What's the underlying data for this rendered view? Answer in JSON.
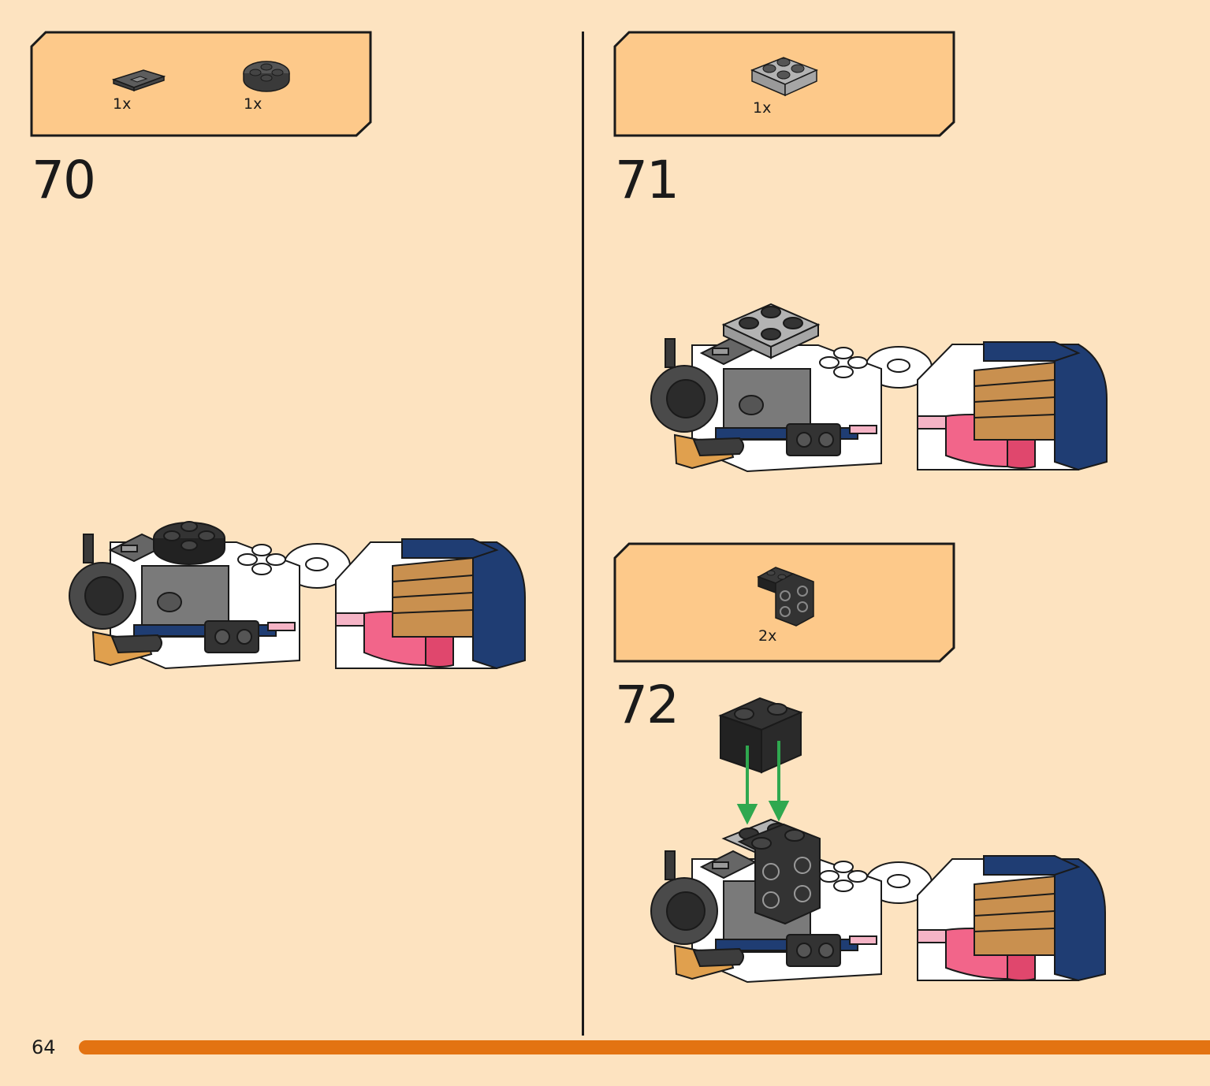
{
  "page": {
    "number": "64",
    "progress_fraction": 1.0
  },
  "colors": {
    "background": "#fde3c0",
    "parts_box": "#fdc98a",
    "progress": "#e37312",
    "arrow": "#2fa84f"
  },
  "steps": [
    {
      "number": "70",
      "parts": [
        {
          "icon": "dark-grey-tile-1x2-grille",
          "qty": "1x"
        },
        {
          "icon": "dark-grey-round-plate-2x2",
          "qty": "1x"
        }
      ]
    },
    {
      "number": "71",
      "parts": [
        {
          "icon": "light-grey-plate-2x2",
          "qty": "1x"
        }
      ]
    },
    {
      "number": "72",
      "parts": [
        {
          "icon": "black-bracket-1x2-2x2",
          "qty": "2x"
        }
      ]
    }
  ]
}
